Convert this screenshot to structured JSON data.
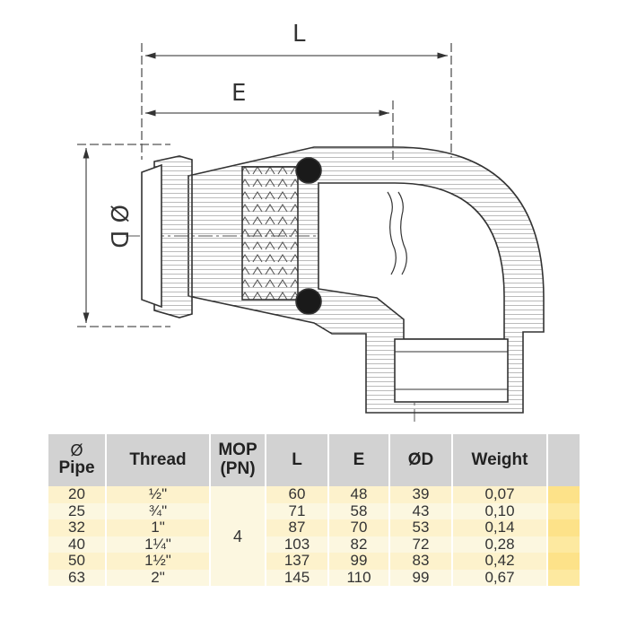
{
  "drawing": {
    "dim_L": "L",
    "dim_E": "E",
    "dim_D": "Ø D"
  },
  "table": {
    "headers": {
      "pipe_symbol": "Ø",
      "pipe": "Pipe",
      "thread": "Thread",
      "mop": "MOP\n(PN)",
      "L": "L",
      "E": "E",
      "D": "ØD",
      "weight": "Weight"
    },
    "mop_value": "4",
    "rows": [
      {
        "pipe": "20",
        "thread": "½\"",
        "L": "60",
        "E": "48",
        "D": "39",
        "weight": "0,07"
      },
      {
        "pipe": "25",
        "thread": "¾\"",
        "L": "71",
        "E": "58",
        "D": "43",
        "weight": "0,10"
      },
      {
        "pipe": "32",
        "thread": "1\"",
        "L": "87",
        "E": "70",
        "D": "53",
        "weight": "0,14"
      },
      {
        "pipe": "40",
        "thread": "1¼\"",
        "L": "103",
        "E": "82",
        "D": "72",
        "weight": "0,28"
      },
      {
        "pipe": "50",
        "thread": "1½\"",
        "L": "137",
        "E": "99",
        "D": "83",
        "weight": "0,42"
      },
      {
        "pipe": "63",
        "thread": "2\"",
        "L": "145",
        "E": "110",
        "D": "99",
        "weight": "0,67"
      }
    ],
    "colors": {
      "header_bg": "#d2d2d2",
      "row_bg": "#fdf2cc",
      "swatch": "#fde289"
    }
  }
}
